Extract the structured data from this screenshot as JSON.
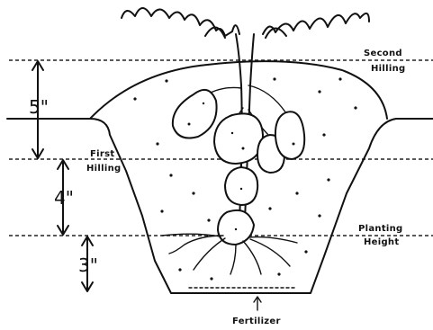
{
  "labels": {
    "second_hilling_line1": "Second",
    "second_hilling_line2": "Hilling",
    "first_hilling_line1": "First",
    "first_hilling_line2": "Hilling",
    "planting_height_line1": "Planting",
    "planting_height_line2": "Height",
    "fertilizer": "Fertilizer"
  },
  "measurements": {
    "top": "5\"",
    "middle": "4\"",
    "bottom": "3\""
  }
}
